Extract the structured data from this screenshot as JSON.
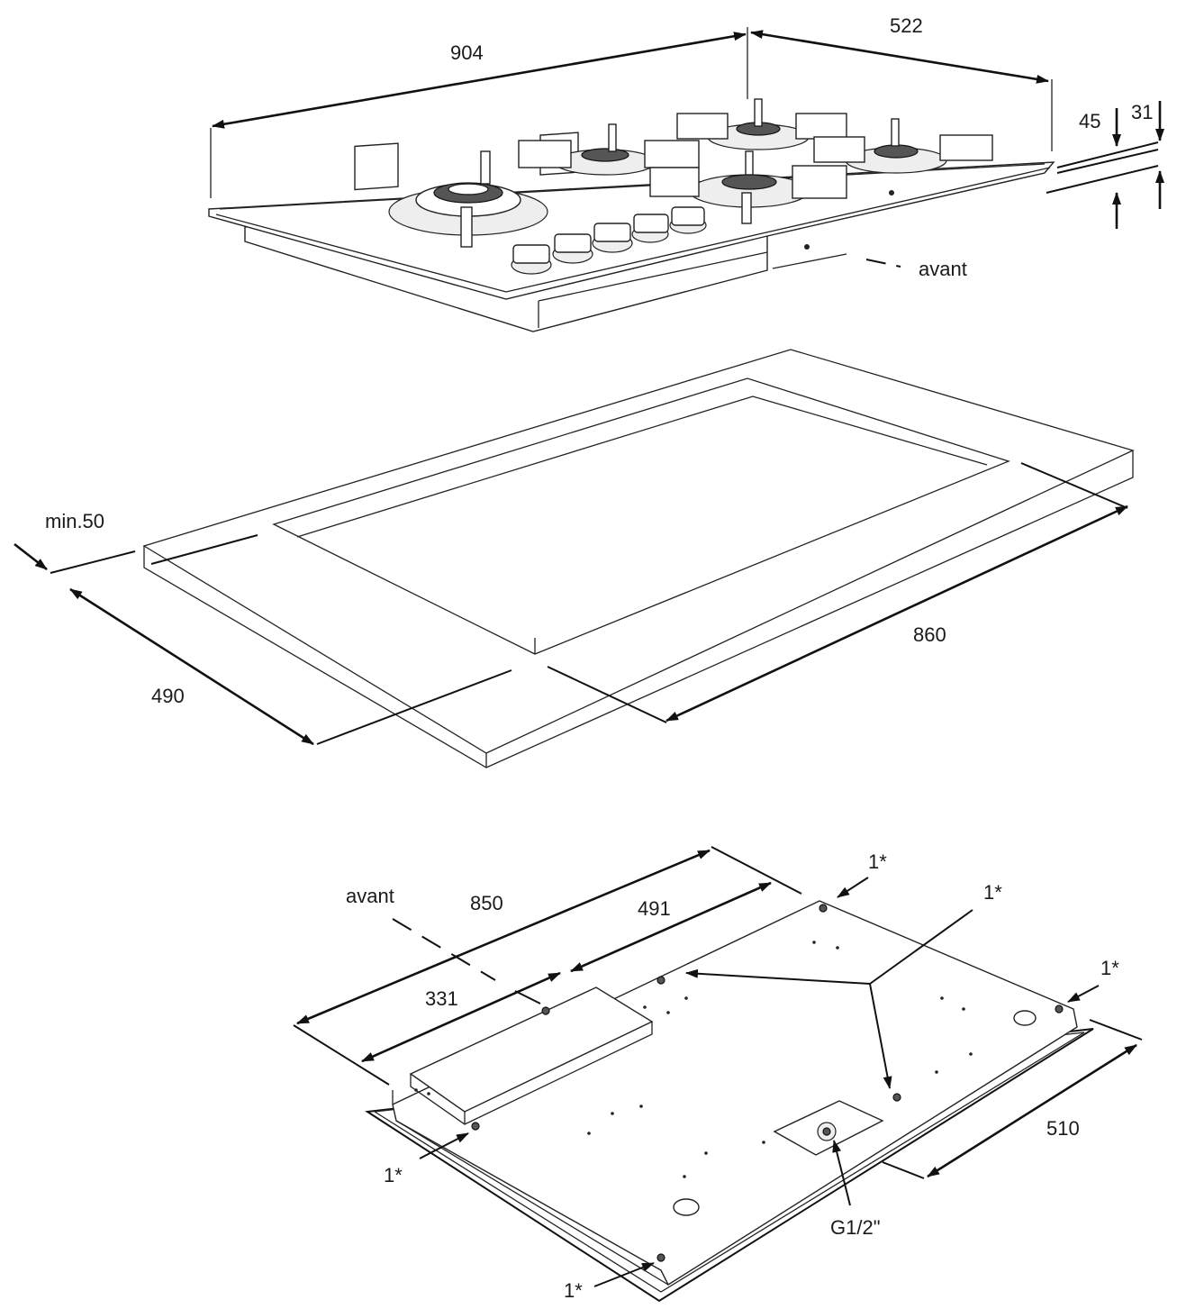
{
  "hob": {
    "width": "904",
    "depth": "522",
    "height_total": "45",
    "height_glass": "31",
    "front": "avant"
  },
  "cutout": {
    "min_distance": "min.50",
    "depth": "490",
    "width": "860"
  },
  "underside": {
    "front": "avant",
    "overall": "850",
    "spacing_a": "491",
    "spacing_b": "331",
    "depth": "510",
    "fixing_mark": "1*",
    "gas_connection": "G1/2\""
  },
  "colors": {
    "line": "#111111",
    "background": "#ffffff"
  }
}
